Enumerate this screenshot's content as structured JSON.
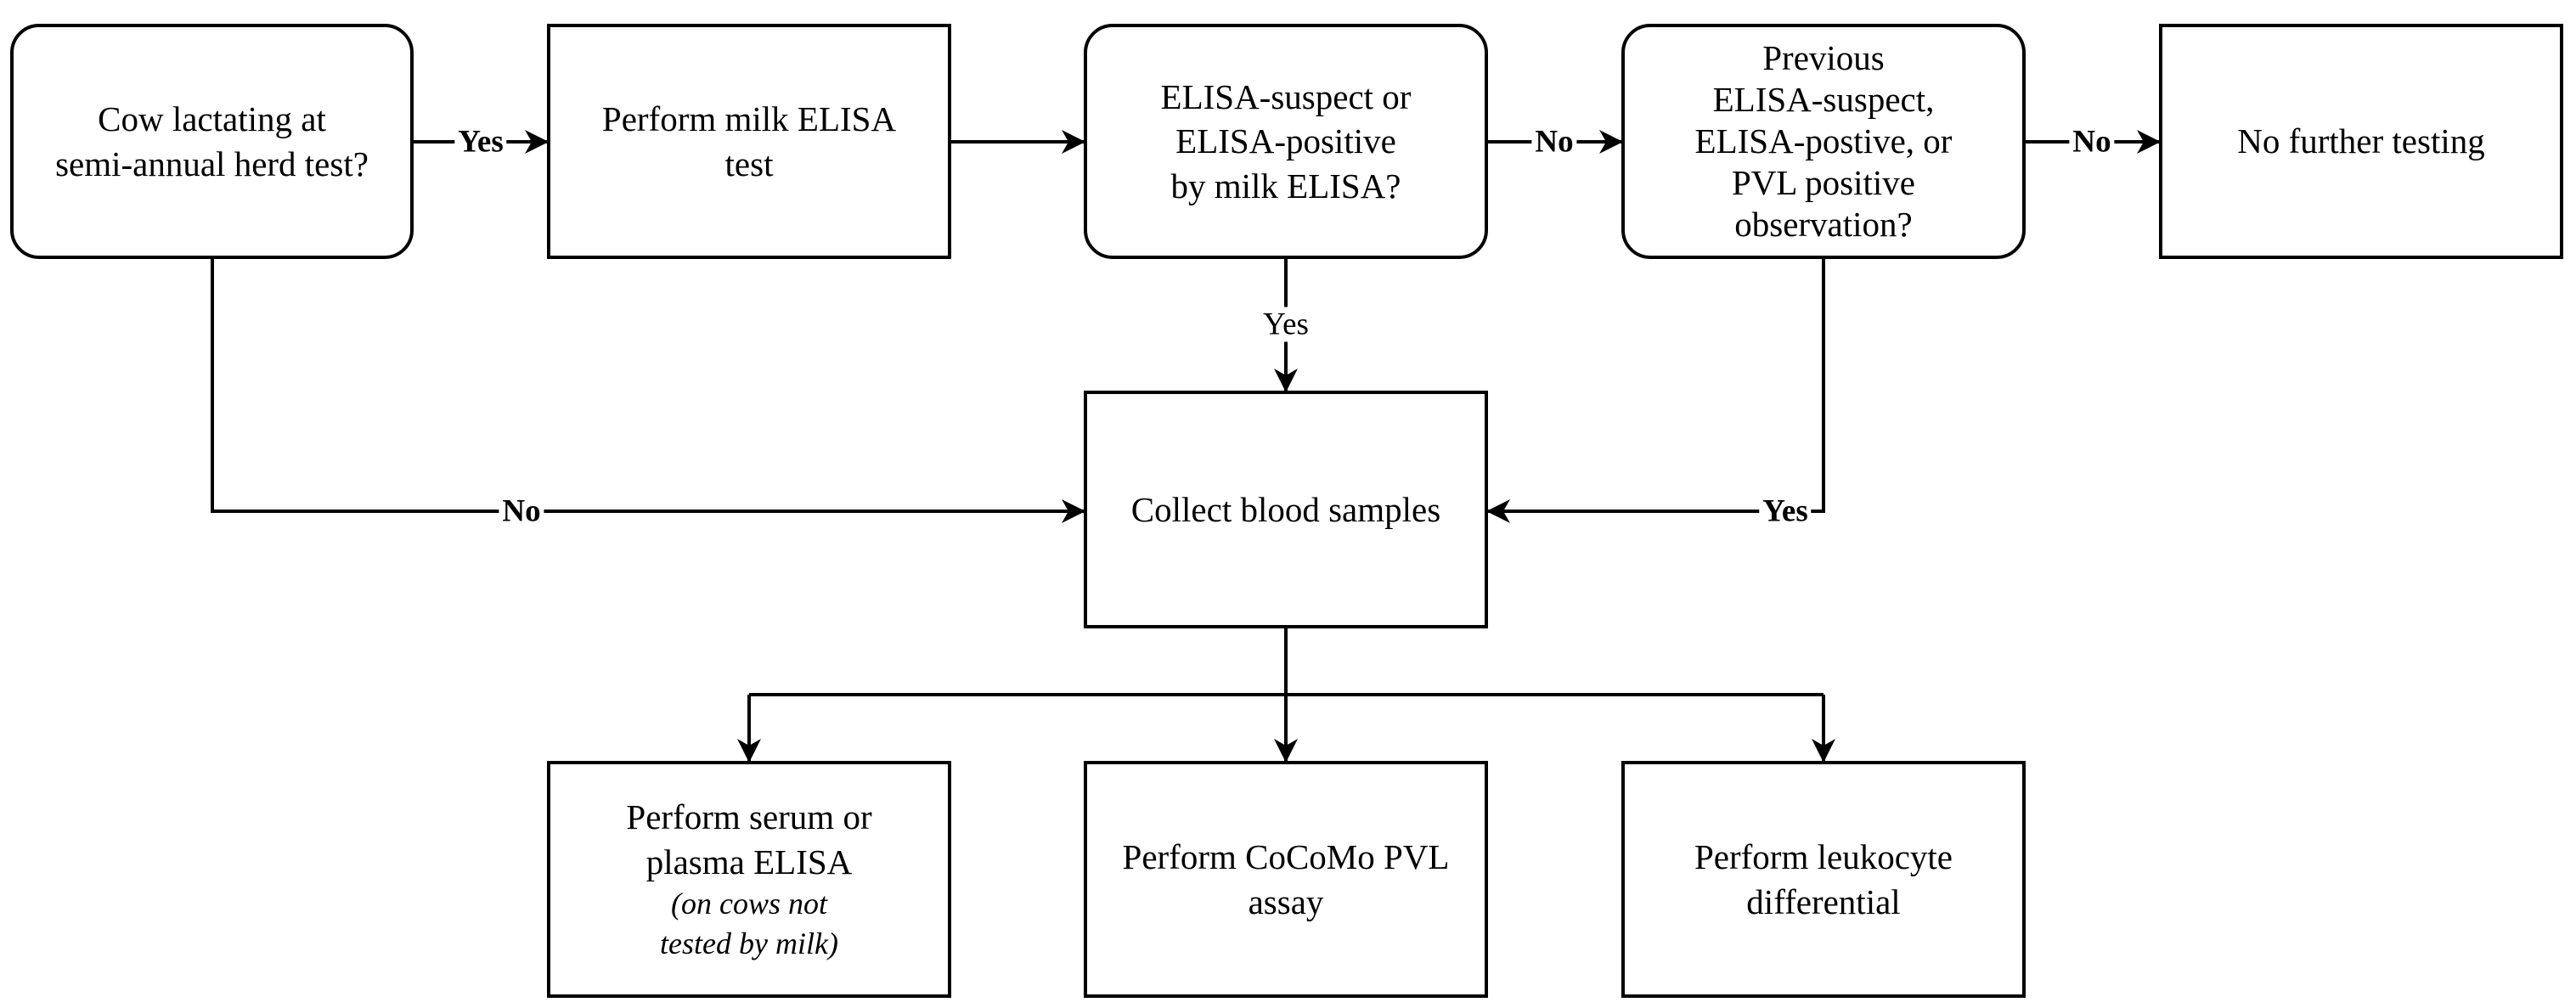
{
  "nodes": {
    "lactating": {
      "lines": [
        "Cow lactating at",
        "semi-annual herd test?"
      ]
    },
    "milk_elisa": {
      "lines": [
        "Perform milk ELISA",
        "test"
      ]
    },
    "suspect_positive": {
      "lines": [
        "ELISA-suspect or",
        "ELISA-positive",
        "by milk ELISA?"
      ]
    },
    "previous": {
      "lines": [
        "Previous",
        "ELISA-suspect,",
        "ELISA-postive, or",
        "PVL positive",
        "observation?"
      ]
    },
    "no_further": {
      "lines": [
        "No further testing"
      ]
    },
    "collect_blood": {
      "lines": [
        "Collect blood samples"
      ]
    },
    "serum_elisa": {
      "lines": [
        "Perform serum or",
        "plasma ELISA"
      ],
      "note": [
        "(on cows not",
        "tested by milk)"
      ]
    },
    "cocomo": {
      "lines": [
        "Perform CoCoMo PVL",
        "assay"
      ]
    },
    "leukocyte": {
      "lines": [
        "Perform leukocyte",
        "differential"
      ]
    }
  },
  "edges": {
    "lactating_yes": "Yes",
    "lactating_no": "No",
    "suspect_no": "No",
    "suspect_yes": "Yes",
    "previous_no": "No",
    "previous_yes": "Yes"
  }
}
